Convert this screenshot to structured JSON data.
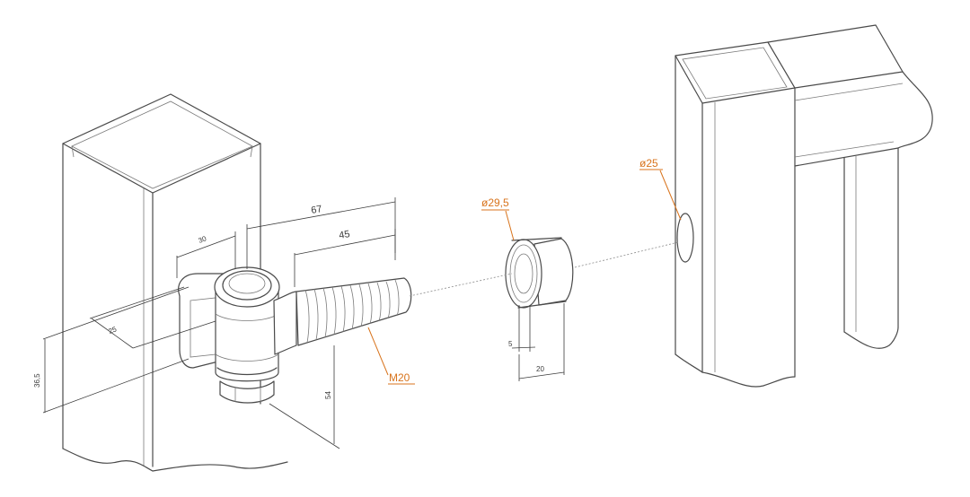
{
  "callouts": {
    "bolt_thread": "M20",
    "washer_diameter": "ø29,5",
    "hole_diameter": "ø25"
  },
  "dimensions": {
    "d67": "67",
    "d45": "45",
    "d30": "30",
    "d25": "25",
    "d36_5": "36,5",
    "d54": "54",
    "d5": "5",
    "d20": "20"
  },
  "colors": {
    "callout": "#d8731c",
    "line": "#4a4a4a"
  }
}
